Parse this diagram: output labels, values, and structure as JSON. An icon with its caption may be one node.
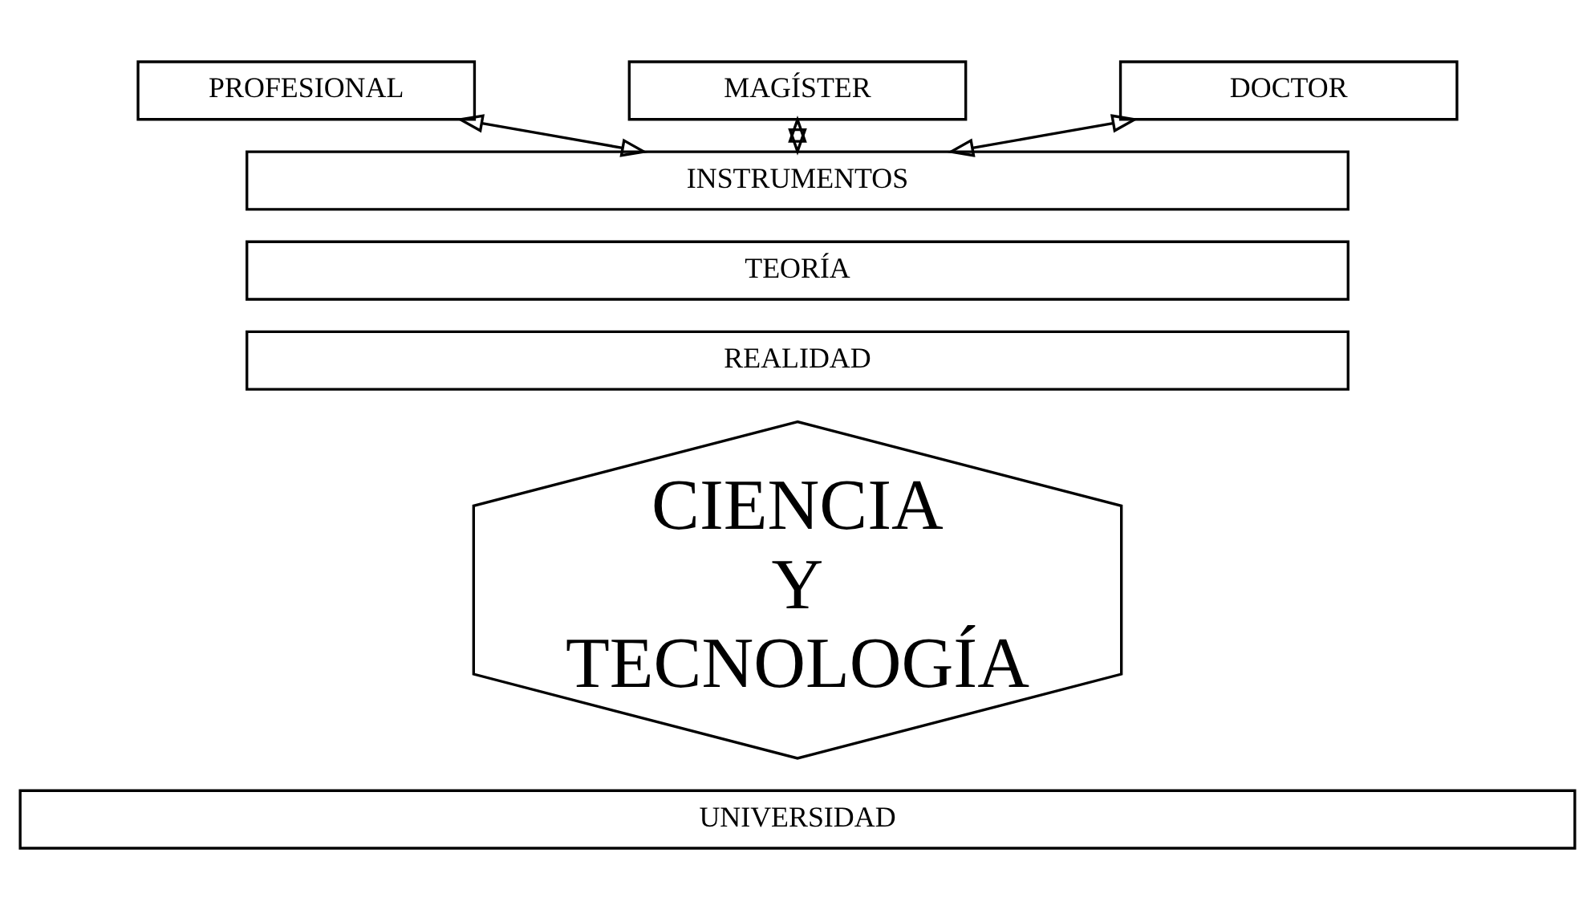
{
  "diagram": {
    "nodes": [
      {
        "text": [
          "PROFESIONAL"
        ]
      },
      {
        "text": [
          "MAGÍSTER"
        ]
      },
      {
        "text": [
          "DOCTOR"
        ]
      },
      {
        "text": [
          "INSTRUMENTOS"
        ]
      },
      {
        "text": [
          "TEORÍA"
        ]
      },
      {
        "text": [
          "REALIDAD"
        ]
      },
      {
        "text": [
          "CIENCIA Y TECNOLOGÍA"
        ]
      },
      {
        "text": [
          "UNIVERSIDAD"
        ]
      }
    ],
    "edges": [
      {
        "from": 0,
        "to": 3,
        "arrow": "both"
      },
      {
        "from": 1,
        "to": 3,
        "arrow": "both"
      },
      {
        "from": 2,
        "to": 3,
        "arrow": "both"
      }
    ]
  }
}
